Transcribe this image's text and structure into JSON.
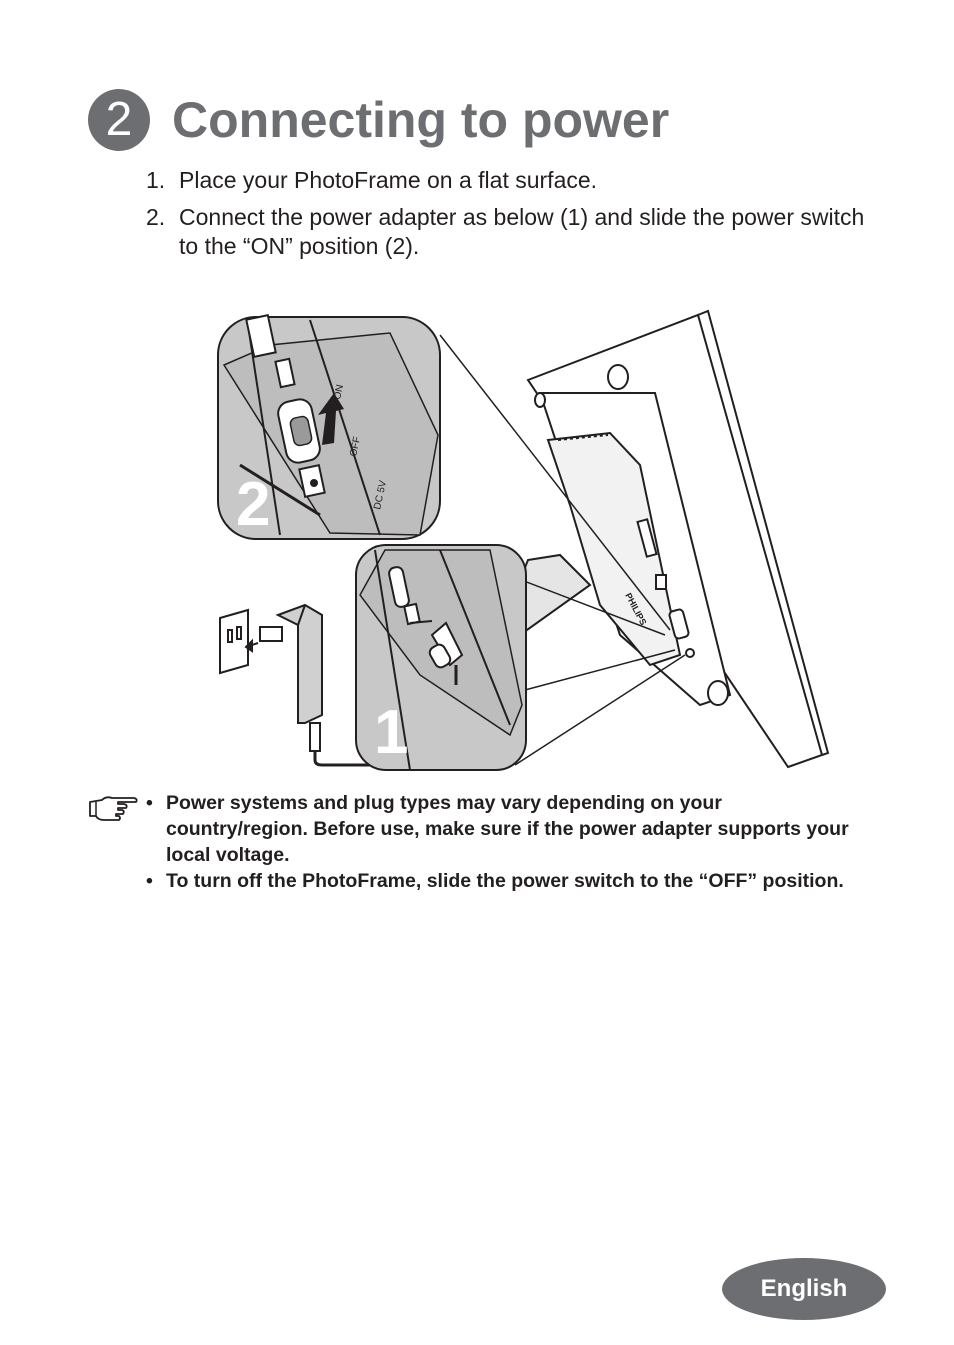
{
  "header": {
    "step_number": "2",
    "title": "Connecting to power"
  },
  "steps": [
    {
      "num": "1.",
      "text": "Place your PhotoFrame on a flat surface."
    },
    {
      "num": "2.",
      "text": "Connect the power adapter as below (1) and slide the power switch to the “ON” position (2)."
    }
  ],
  "illustration": {
    "callout_2": "2",
    "callout_1": "1",
    "port_labels": [
      "ON",
      "OFF",
      "DC 5V"
    ],
    "brand": "PHILIPS"
  },
  "notes": {
    "icon": "pointing-hand-icon",
    "bullet": "•",
    "items": [
      "Power systems and plug types may vary depending on your country/region. Before use, make sure if the power adapter supports your local voltage.",
      "To turn off the PhotoFrame, slide the power switch to the “OFF” position."
    ]
  },
  "footer": {
    "language": "English"
  },
  "colors": {
    "accent_gray": "#6d6e71",
    "text": "#231f20",
    "inset_bg": "#c8c8c8"
  }
}
